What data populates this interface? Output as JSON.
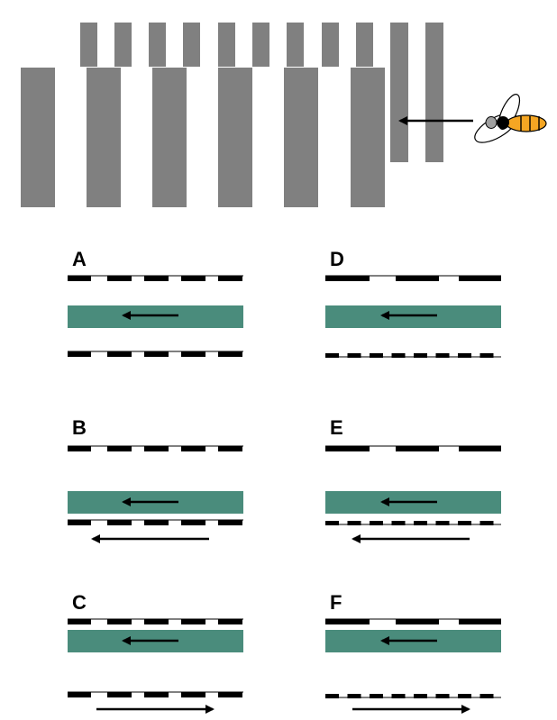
{
  "colors": {
    "bars": "#808080",
    "channel": "#4a8c7c",
    "pattern": "#000000",
    "bee_body": "#f5a623",
    "bee_head": "#000000",
    "bee_eye": "#a0a0a0",
    "bee_wing": "#ffffff"
  },
  "icons": {
    "insect": "bee-icon",
    "direction": "arrow-icon"
  },
  "panels": [
    {
      "label": "A",
      "top_pattern": "coarse",
      "bottom_pattern": "coarse",
      "bottom_motion": "none"
    },
    {
      "label": "B",
      "top_pattern": "coarse",
      "bottom_pattern": "coarse",
      "bottom_motion": "left"
    },
    {
      "label": "C",
      "top_pattern": "coarse",
      "bottom_pattern": "coarse",
      "bottom_motion": "right"
    },
    {
      "label": "D",
      "top_pattern": "wide",
      "bottom_pattern": "fine",
      "bottom_motion": "none"
    },
    {
      "label": "E",
      "top_pattern": "wide",
      "bottom_pattern": "fine",
      "bottom_motion": "left"
    },
    {
      "label": "F",
      "top_pattern": "wide",
      "bottom_pattern": "fine",
      "bottom_motion": "right"
    }
  ]
}
